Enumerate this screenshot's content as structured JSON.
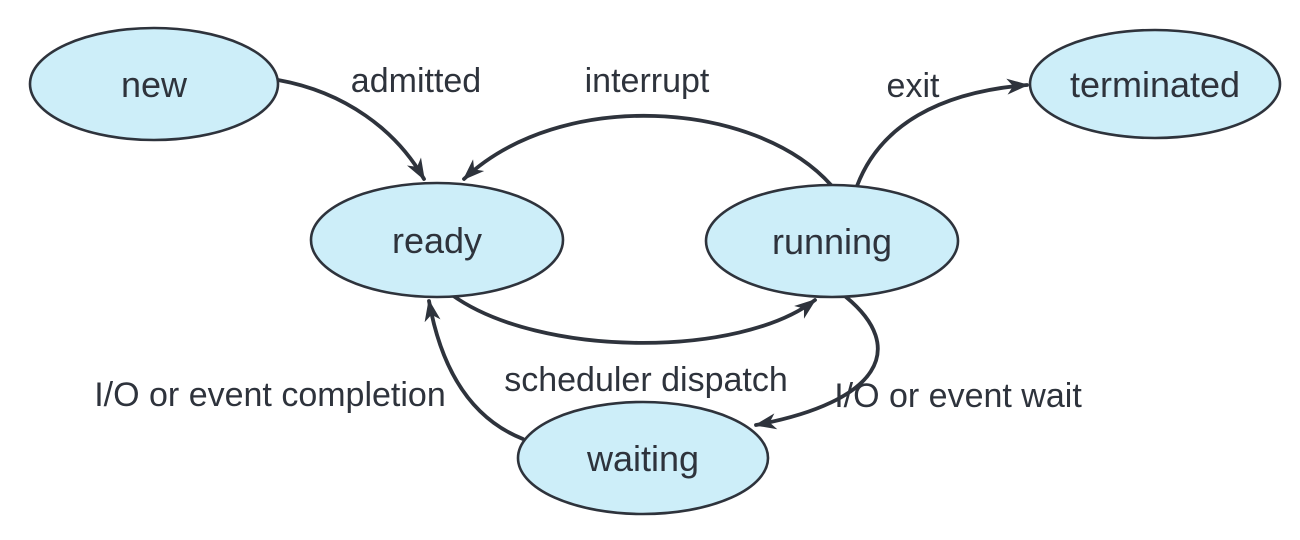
{
  "colors": {
    "background": "#ffffff",
    "node_fill": "#cdeef9",
    "node_stroke": "#2e333c",
    "edge_stroke": "#2e333c",
    "label_color": "#2e333c"
  },
  "states": {
    "new": "new",
    "ready": "ready",
    "running": "running",
    "waiting": "waiting",
    "terminated": "terminated"
  },
  "transitions": {
    "admitted": "admitted",
    "interrupt": "interrupt",
    "exit": "exit",
    "scheduler_dispatch": "scheduler dispatch",
    "io_event_wait": "I/O or event wait",
    "io_event_completion": "I/O or event completion"
  }
}
